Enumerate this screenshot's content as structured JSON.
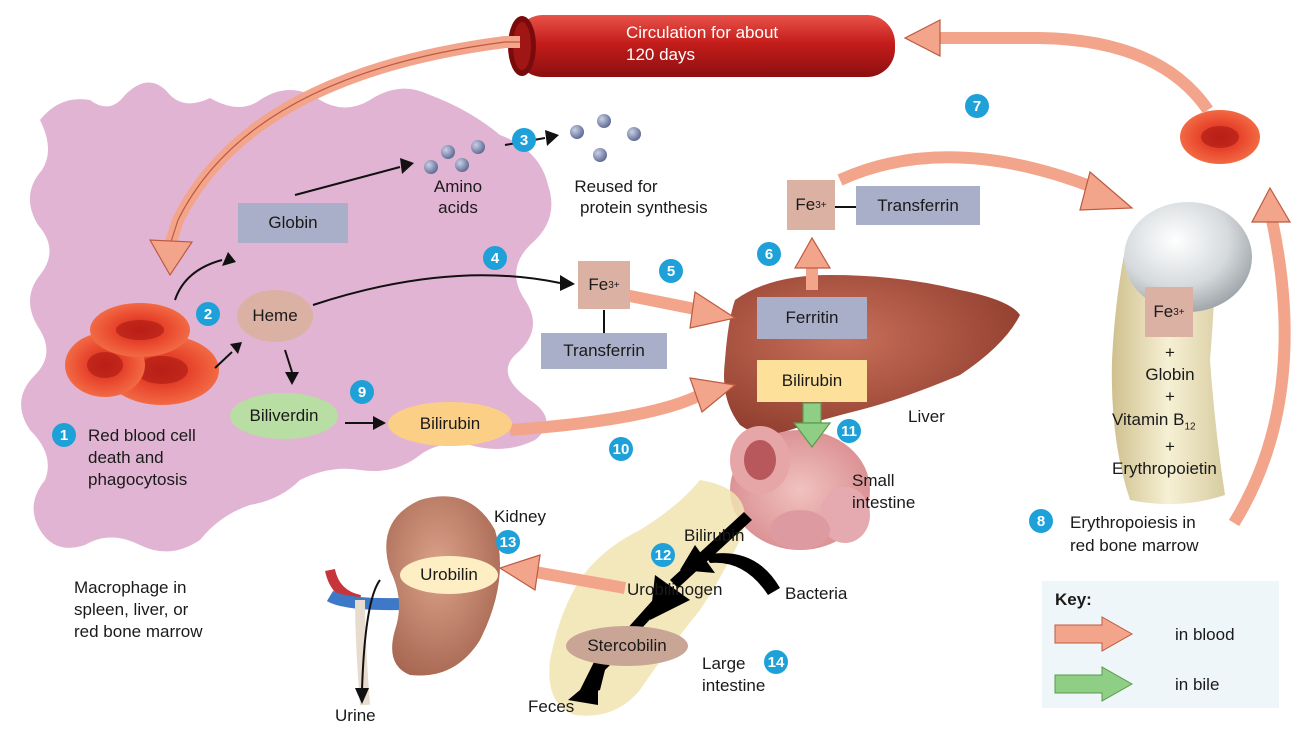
{
  "vessel": {
    "line1": "Circulation for about",
    "line2": "120 days"
  },
  "macrophage": {
    "globin": "Globin",
    "amino_1": "Amino",
    "amino_2": "acids",
    "reused_1": "Reused for",
    "reused_2": "protein synthesis",
    "heme": "Heme",
    "biliverdin": "Biliverdin",
    "bilirubin": "Bilirubin",
    "rbc_1": "Red blood cell",
    "rbc_2": "death and",
    "rbc_3": "phagocytosis",
    "mac_1": "Macrophage in",
    "mac_2": "spleen, liver, or",
    "mac_3": "red bone marrow"
  },
  "iron": {
    "fe": "Fe",
    "charge": "3+",
    "transferrin": "Transferrin"
  },
  "liver": {
    "label": "Liver",
    "ferritin": "Ferritin",
    "bilirubin": "Bilirubin"
  },
  "intestine": {
    "small_1": "Small",
    "small_2": "intestine",
    "bilirubin": "Bilirubin",
    "urobilinogen": "Urobilinogen",
    "bacteria": "Bacteria",
    "stercobilin": "Stercobilin",
    "large_1": "Large",
    "large_2": "intestine",
    "feces": "Feces"
  },
  "kidney": {
    "label": "Kidney",
    "urobilin": "Urobilin",
    "urine": "Urine"
  },
  "marrow": {
    "plus": "+",
    "globin": "Globin",
    "vitb": "Vitamin B",
    "vitb_sub": "12",
    "epo": "Erythropoietin",
    "ep_1": "Erythropoiesis in",
    "ep_2": "red bone marrow"
  },
  "steps": [
    "1",
    "2",
    "3",
    "4",
    "5",
    "6",
    "7",
    "8",
    "9",
    "10",
    "11",
    "12",
    "13",
    "14"
  ],
  "key": {
    "title": "Key:",
    "blood": "in blood",
    "bile": "in bile"
  },
  "colors": {
    "blood_arrow": "#f3a58c",
    "bile_arrow": "#8fce85",
    "step_badge": "#1ea0d8",
    "key_bg": "#eef6f9"
  }
}
